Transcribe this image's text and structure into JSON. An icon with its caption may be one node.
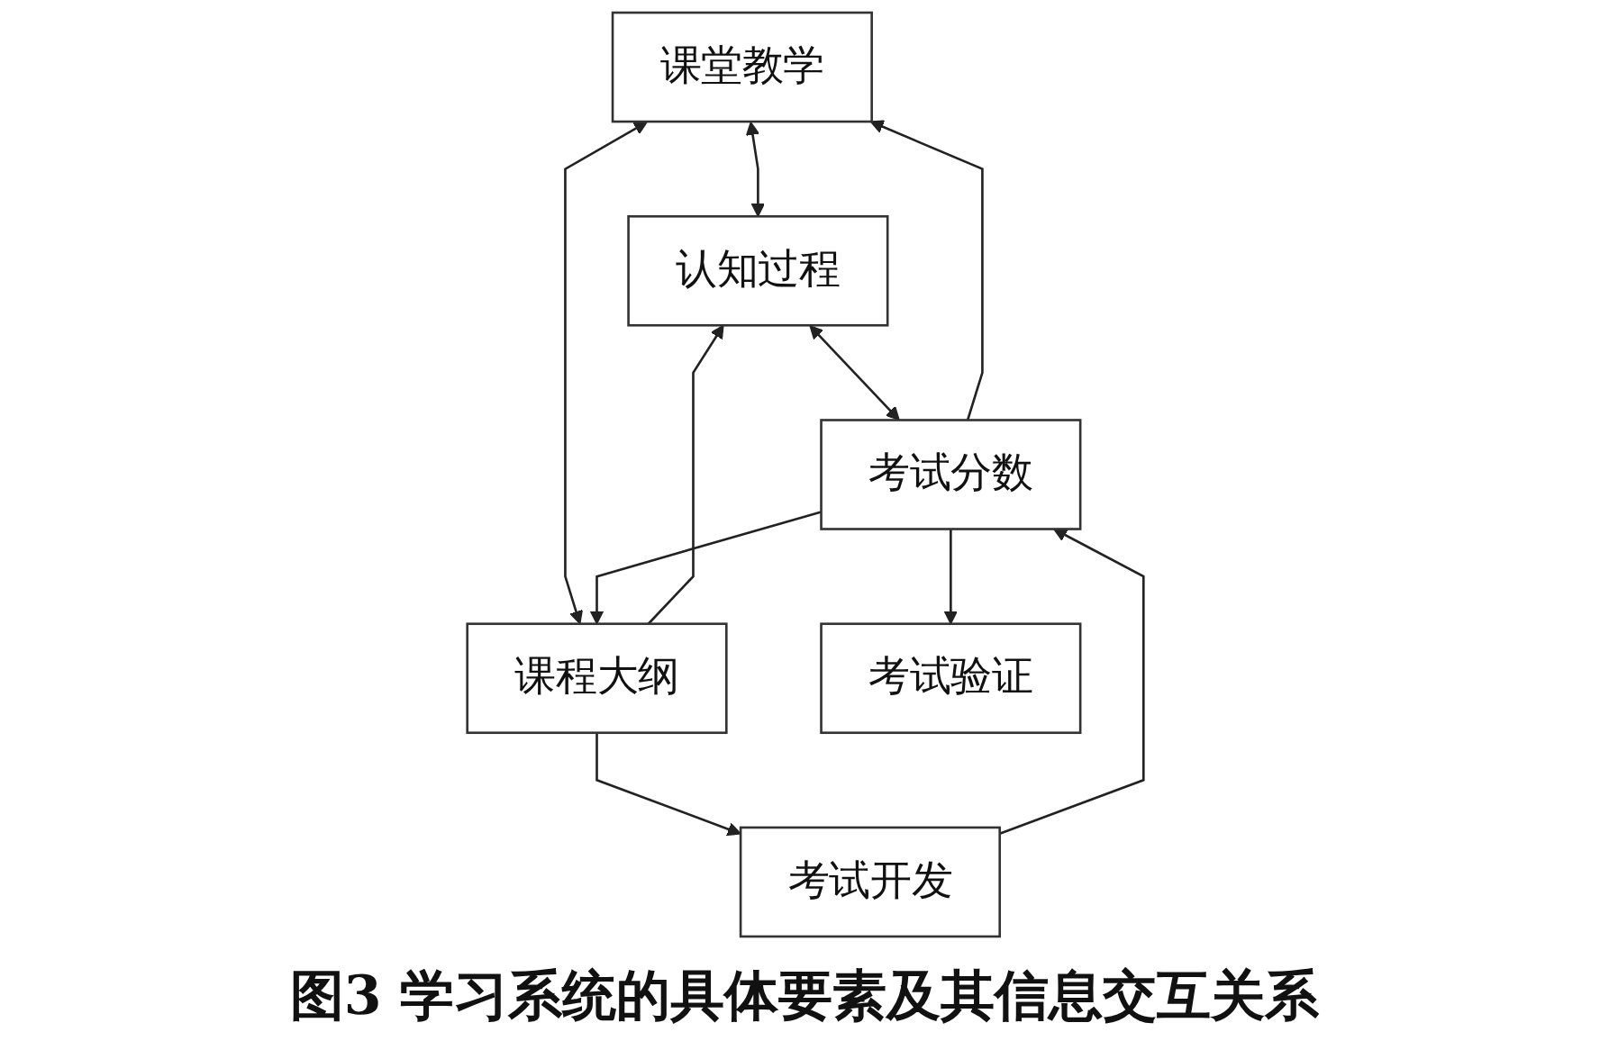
{
  "diagram": {
    "caption": "图3 学习系统的具体要素及其信息交互关系",
    "nodes": [
      {
        "text": [
          "课堂教学"
        ]
      },
      {
        "text": [
          "认知过程"
        ]
      },
      {
        "text": [
          "考试分数"
        ]
      },
      {
        "text": [
          "课程大纲"
        ]
      },
      {
        "text": [
          "考试开发"
        ]
      },
      {
        "text": [
          "考试验证"
        ]
      }
    ],
    "edges": [
      {
        "from": 3,
        "to": 1,
        "arrow": "to"
      },
      {
        "from": 0,
        "to": 1,
        "arrow": "both"
      },
      {
        "from": 1,
        "to": 2,
        "arrow": "both"
      },
      {
        "from": 2,
        "to": 0,
        "arrow": "to"
      },
      {
        "from": 0,
        "to": 3,
        "arrow": "both"
      },
      {
        "from": 2,
        "to": 3,
        "arrow": "to"
      },
      {
        "from": 4,
        "to": 2,
        "arrow": "to"
      },
      {
        "from": 2,
        "to": 5,
        "arrow": "to"
      },
      {
        "from": 3,
        "to": 4,
        "arrow": "to"
      }
    ]
  }
}
